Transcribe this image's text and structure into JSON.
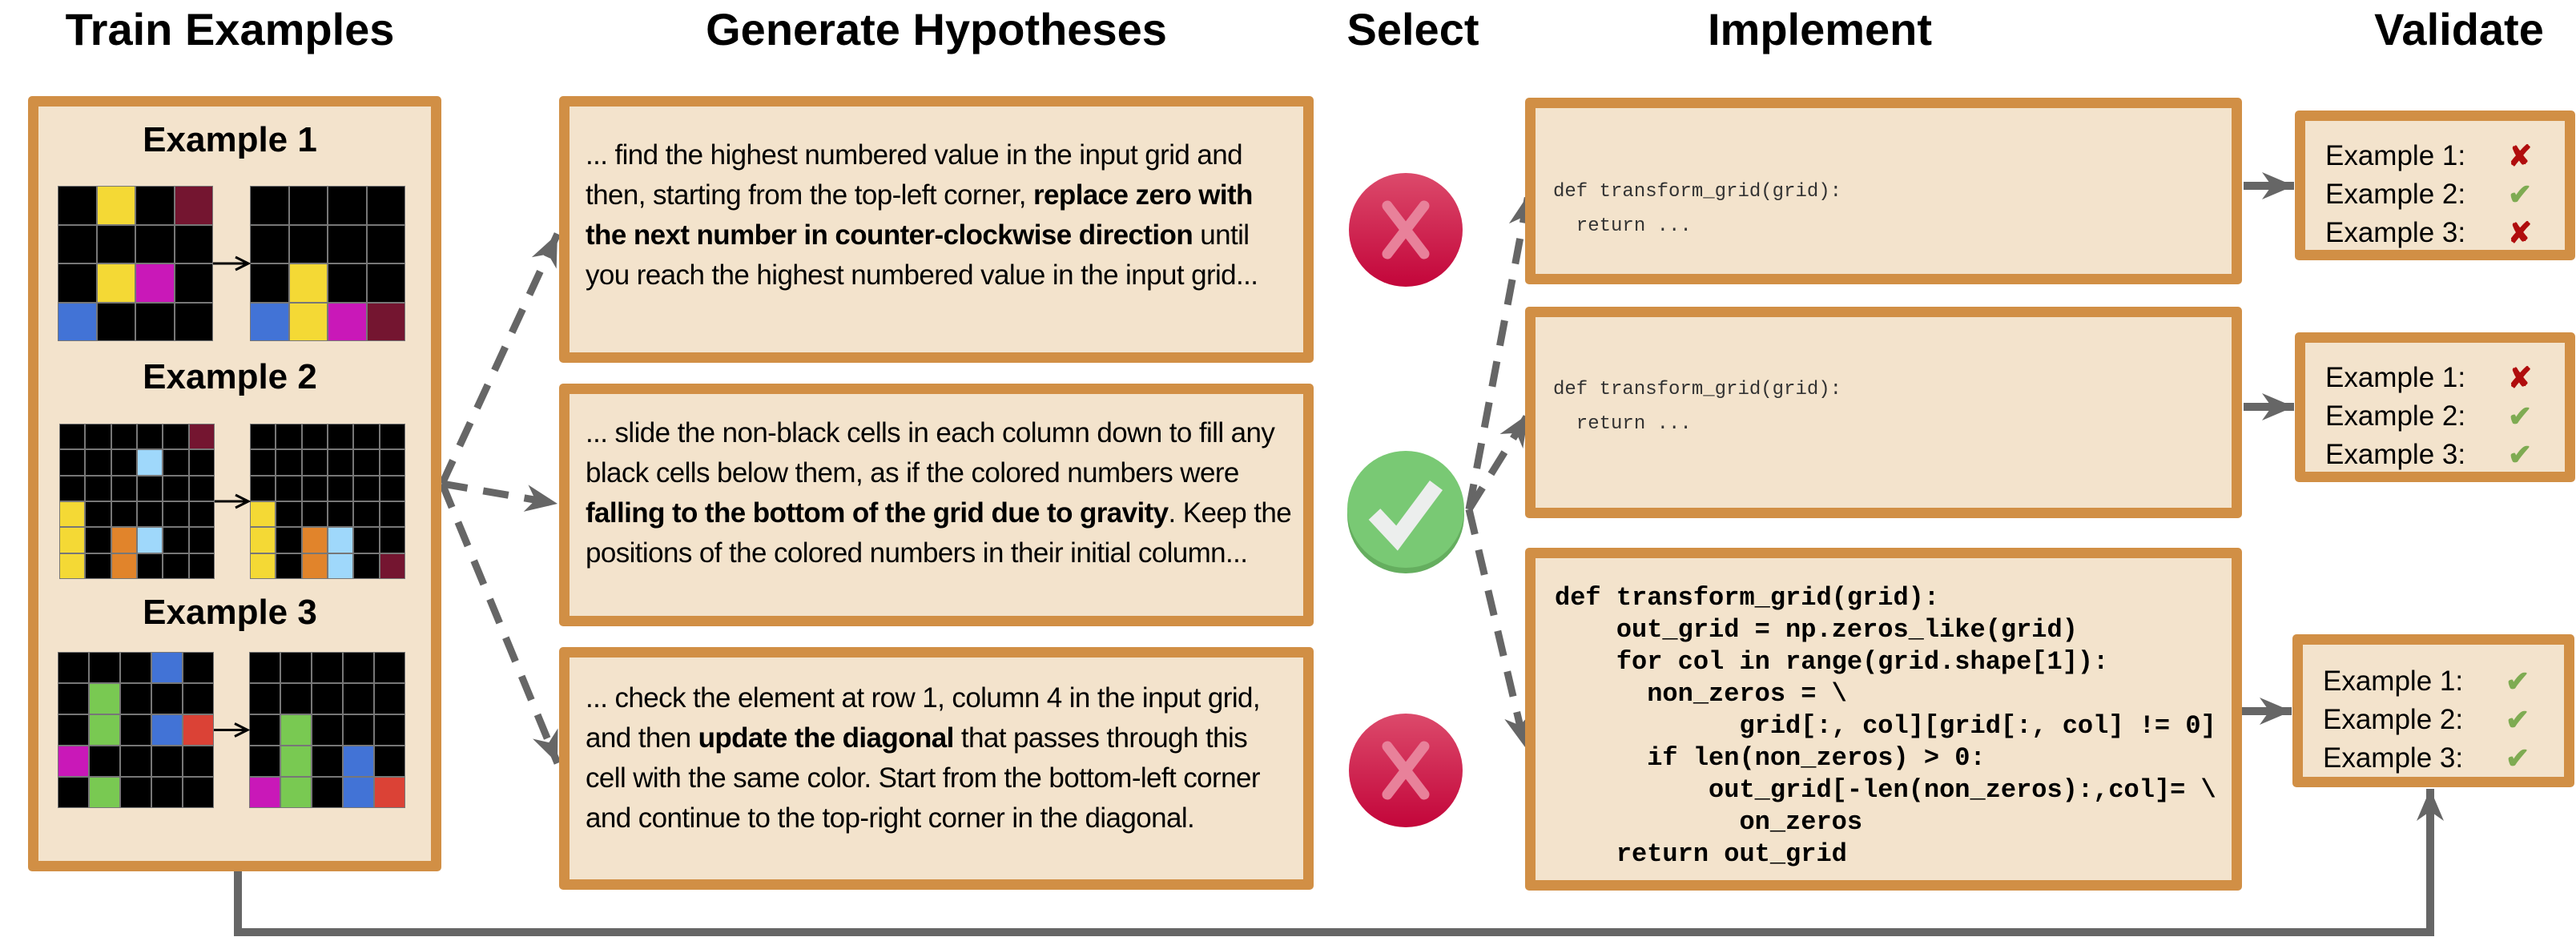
{
  "headers": {
    "train": "Train Examples",
    "generate": "Generate Hypotheses",
    "select": "Select",
    "implement": "Implement",
    "validate": "Validate"
  },
  "train_examples": [
    {
      "title": "Example 1",
      "input": [
        [
          0,
          4,
          0,
          9
        ],
        [
          0,
          0,
          0,
          0
        ],
        [
          0,
          4,
          6,
          0
        ],
        [
          1,
          0,
          0,
          0
        ]
      ],
      "output": [
        [
          0,
          0,
          0,
          0
        ],
        [
          0,
          0,
          0,
          0
        ],
        [
          0,
          4,
          0,
          0
        ],
        [
          1,
          4,
          6,
          9
        ]
      ]
    },
    {
      "title": "Example 2",
      "input": [
        [
          0,
          0,
          0,
          0,
          0,
          9
        ],
        [
          0,
          0,
          0,
          8,
          0,
          0
        ],
        [
          0,
          0,
          0,
          0,
          0,
          0
        ],
        [
          4,
          0,
          0,
          0,
          0,
          0
        ],
        [
          4,
          0,
          7,
          8,
          0,
          0
        ],
        [
          4,
          0,
          7,
          0,
          0,
          0
        ]
      ],
      "output": [
        [
          0,
          0,
          0,
          0,
          0,
          0
        ],
        [
          0,
          0,
          0,
          0,
          0,
          0
        ],
        [
          0,
          0,
          0,
          0,
          0,
          0
        ],
        [
          4,
          0,
          0,
          0,
          0,
          0
        ],
        [
          4,
          0,
          7,
          8,
          0,
          0
        ],
        [
          4,
          0,
          7,
          8,
          0,
          9
        ]
      ]
    },
    {
      "title": "Example 3",
      "input": [
        [
          0,
          0,
          0,
          1,
          0
        ],
        [
          0,
          3,
          0,
          0,
          0
        ],
        [
          0,
          3,
          0,
          1,
          2
        ],
        [
          6,
          0,
          0,
          0,
          0
        ],
        [
          0,
          3,
          0,
          0,
          0
        ]
      ],
      "output": [
        [
          0,
          0,
          0,
          0,
          0
        ],
        [
          0,
          0,
          0,
          0,
          0
        ],
        [
          0,
          3,
          0,
          0,
          0
        ],
        [
          0,
          3,
          0,
          1,
          0
        ],
        [
          6,
          3,
          0,
          1,
          2
        ]
      ]
    }
  ],
  "cell_colors": {
    "0": "#000000",
    "1": "#4273d6",
    "2": "#db4236",
    "3": "#79c952",
    "4": "#f4d935",
    "6": "#c918b8",
    "7": "#e1842b",
    "8": "#9fd8fb",
    "9": "#741530"
  },
  "hypotheses": [
    {
      "segments": [
        {
          "text": "... find the highest numbered value in the input grid and then, starting from the top-left corner, ",
          "bold": false
        },
        {
          "text": "replace zero with the next number in counter-clockwise direction",
          "bold": true
        },
        {
          "text": " until you reach the highest numbered value in the input grid...",
          "bold": false
        }
      ],
      "selected": false
    },
    {
      "segments": [
        {
          "text": "... slide the non-black cells in each column down to fill any black cells below them, as if the colored numbers were ",
          "bold": false
        },
        {
          "text": "falling to the bottom of the grid due to gravity",
          "bold": true
        },
        {
          "text": ". Keep the positions of the colored numbers in their initial column...",
          "bold": false
        }
      ],
      "selected": true
    },
    {
      "segments": [
        {
          "text": "... check the element at row 1, column 4 in the input grid, and then ",
          "bold": false
        },
        {
          "text": "update the diagonal",
          "bold": true
        },
        {
          "text": " that passes through this cell with the same color. Start from the bottom-left corner and continue to the top-right corner in the diagonal.",
          "bold": false
        }
      ],
      "selected": false
    }
  ],
  "implementations": [
    {
      "code": "def transform_grid(grid):\n  return ..."
    },
    {
      "code": "def transform_grid(grid):\n  return ..."
    },
    {
      "code": "def transform_grid(grid):\n    out_grid = np.zeros_like(grid)\n    for col in range(grid.shape[1]):\n      non_zeros = \\\n            grid[:, col][grid[:, col] != 0]\n      if len(non_zeros) > 0:\n          out_grid[-len(non_zeros):,col]= \\\n            on_zeros\n    return out_grid"
    }
  ],
  "validations": [
    {
      "results": [
        {
          "label": "Example 1:",
          "mark": "✘",
          "pass": false
        },
        {
          "label": "Example 2:",
          "mark": "✔",
          "pass": true
        },
        {
          "label": "Example 3:",
          "mark": "✘",
          "pass": false
        }
      ]
    },
    {
      "results": [
        {
          "label": "Example 1:",
          "mark": "✘",
          "pass": false
        },
        {
          "label": "Example 2:",
          "mark": "✔",
          "pass": true
        },
        {
          "label": "Example 3:",
          "mark": "✔",
          "pass": true
        }
      ]
    },
    {
      "results": [
        {
          "label": "Example 1:",
          "mark": "✔",
          "pass": true
        },
        {
          "label": "Example 2:",
          "mark": "✔",
          "pass": true
        },
        {
          "label": "Example 3:",
          "mark": "✔",
          "pass": true
        }
      ]
    }
  ],
  "colors": {
    "box_fill": "#f3e3cc",
    "box_border": "#d18f45",
    "arrow": "#666666",
    "reject": "#c8103f",
    "accept": "#78c872"
  }
}
